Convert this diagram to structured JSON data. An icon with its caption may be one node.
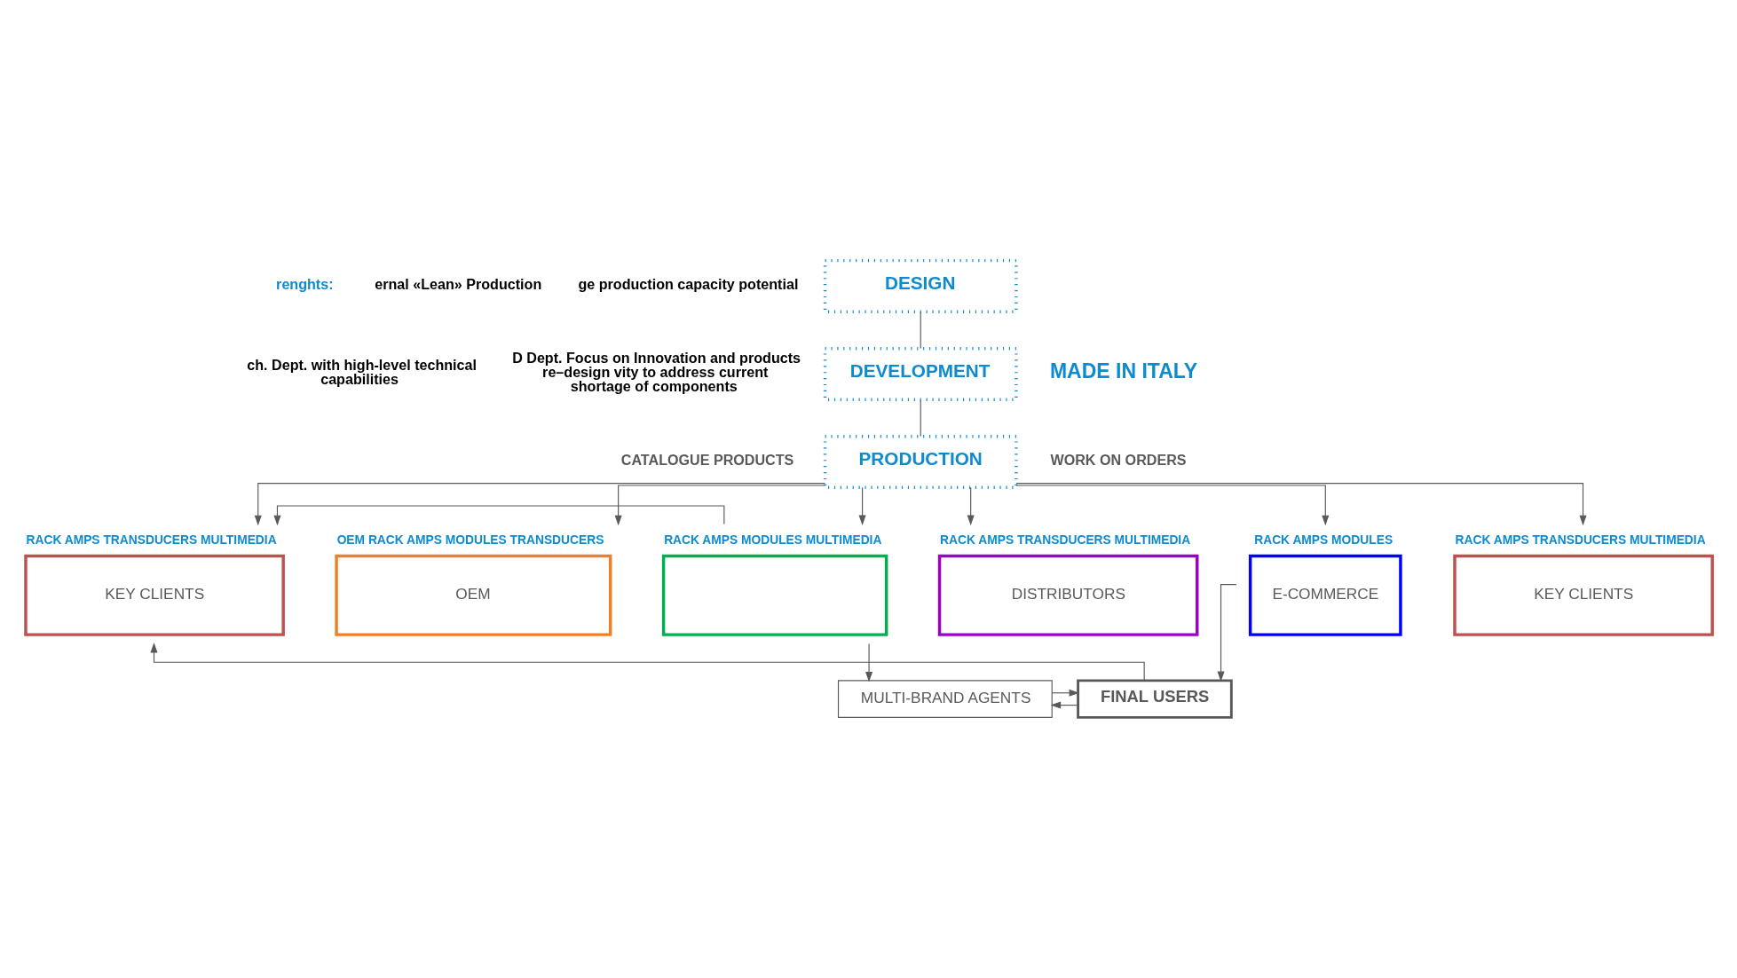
{
  "diagram": {
    "nodes": [
      {
        "text": [
          "DESIGN"
        ]
      },
      {
        "text": [
          "DEVELOPMENT"
        ]
      },
      {
        "text": [
          "PRODUCTION"
        ]
      },
      {
        "text": [
          "RACK AMPS TRANSDUCERS MULTIMEDIA",
          "KEY CLIENTS"
        ]
      },
      {
        "text": [
          "OEM RACK AMPS MODULES TRANSDUCERS",
          "OEM"
        ]
      },
      {
        "text": [
          "RACK AMPS MODULES MULTIMEDIA"
        ]
      },
      {
        "text": [
          "RACK AMPS TRANSDUCERS MULTIMEDIA",
          "DISTRIBUTORS"
        ]
      },
      {
        "text": [
          "RACK AMPS MODULES",
          "E-COMMERCE"
        ]
      },
      {
        "text": [
          "RACK AMPS TRANSDUCERS MULTIMEDIA",
          "KEY CLIENTS"
        ]
      },
      {
        "text": [
          "MULTI-BRAND AGENTS"
        ]
      },
      {
        "text": [
          "FINAL USERS"
        ]
      }
    ],
    "edges": [
      {
        "from": 0,
        "to": 1,
        "arrow": "none"
      },
      {
        "from": 1,
        "to": 2,
        "arrow": "none"
      },
      {
        "from": 2,
        "to": 3,
        "arrow": "to"
      },
      {
        "from": 2,
        "to": 4,
        "arrow": "to"
      },
      {
        "from": 2,
        "to": 5,
        "arrow": "to"
      },
      {
        "from": 2,
        "to": 6,
        "arrow": "to"
      },
      {
        "from": 2,
        "to": 7,
        "arrow": "to"
      },
      {
        "from": 2,
        "to": 8,
        "arrow": "to"
      },
      {
        "from": 5,
        "to": 3,
        "arrow": "to"
      },
      {
        "from": 5,
        "to": 9,
        "arrow": "to"
      },
      {
        "from": 10,
        "to": 3,
        "arrow": "to"
      },
      {
        "from": 10,
        "to": 9,
        "arrow": "to"
      },
      {
        "from": 9,
        "to": 10,
        "arrow": "to"
      },
      {
        "from": 7,
        "to": 10,
        "arrow": "to"
      }
    ],
    "labels": [
      "renghts:",
      "ernal «Lean» Production",
      "ge production capacity potential",
      "ch. Dept. with high-level technical capabilities",
      "D Dept. Focus on Innovation and products re–design vity to address current shortage of components",
      "MADE IN ITALY",
      "CATALOGUE PRODUCTS",
      "WORK ON ORDERS"
    ]
  }
}
